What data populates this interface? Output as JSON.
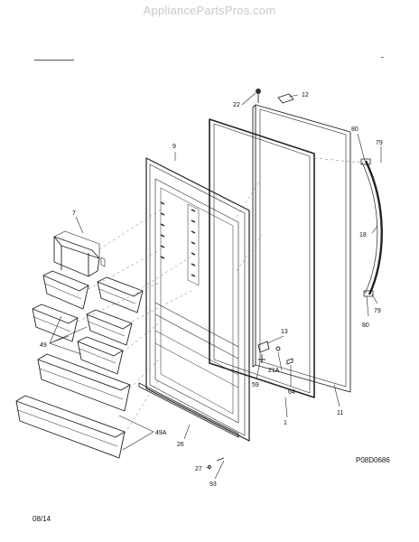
{
  "watermark": "AppliancePartsPros.com",
  "diagram_code": "P08D0686",
  "date": "08/14",
  "callouts": [
    "22",
    "12",
    "80",
    "79",
    "9",
    "7",
    "18",
    "79",
    "80",
    "13",
    "21A",
    "59",
    "64",
    "11",
    "1",
    "49",
    "49A",
    "26",
    "27",
    "93"
  ]
}
